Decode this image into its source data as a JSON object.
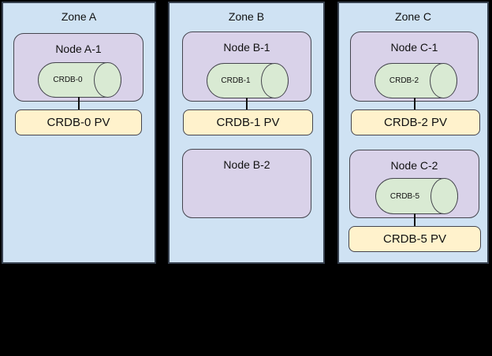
{
  "diagram": {
    "description": "Three availability zones with nodes, CRDB pods (cylinders) attached to persistent volumes",
    "zones": [
      {
        "label": "Zone A",
        "nodes": [
          {
            "label": "Node A-1",
            "pod": "CRDB-0",
            "pv": "CRDB-0 PV"
          }
        ]
      },
      {
        "label": "Zone B",
        "nodes": [
          {
            "label": "Node B-1",
            "pod": "CRDB-1",
            "pv": "CRDB-1 PV"
          },
          {
            "label": "Node B-2",
            "pod": null,
            "pv": null
          }
        ]
      },
      {
        "label": "Zone C",
        "nodes": [
          {
            "label": "Node C-1",
            "pod": "CRDB-2",
            "pv": "CRDB-2 PV"
          },
          {
            "label": "Node C-2",
            "pod": "CRDB-5",
            "pv": "CRDB-5 PV"
          }
        ]
      }
    ],
    "links": [
      {
        "from": "CRDB-0",
        "to": "CRDB-0 PV"
      },
      {
        "from": "CRDB-1",
        "to": "CRDB-1 PV"
      },
      {
        "from": "CRDB-2",
        "to": "CRDB-2 PV"
      },
      {
        "from": "CRDB-5",
        "to": "CRDB-5 PV"
      }
    ]
  },
  "colors": {
    "background": "#000000",
    "zone_fill": "#cfe2f3",
    "zone_border": "#37414f",
    "node_fill": "#d9d2e9",
    "pod_fill": "#d9ead3",
    "pv_fill": "#fff2cc",
    "shape_border": "#45454e",
    "connector_color": "#111111"
  }
}
